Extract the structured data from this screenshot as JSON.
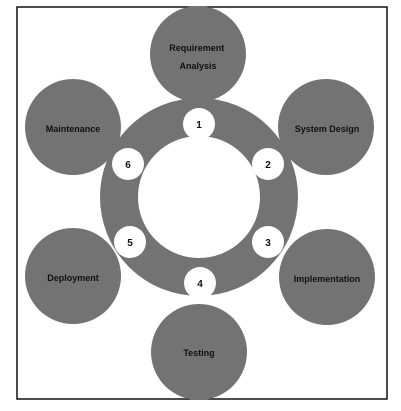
{
  "diagram": {
    "colors": {
      "background": "#ffffff",
      "border": "#111111",
      "ring": "#737373",
      "phase_circle": "#737373",
      "badge_fill": "#ffffff",
      "text": "#111111"
    },
    "phases": [
      {
        "number": "1",
        "label_lines": [
          "Requirement",
          "Analysis"
        ]
      },
      {
        "number": "2",
        "label_lines": [
          "System Design"
        ]
      },
      {
        "number": "3",
        "label_lines": [
          "Implementation"
        ]
      },
      {
        "number": "4",
        "label_lines": [
          "Testing"
        ]
      },
      {
        "number": "5",
        "label_lines": [
          "Deployment"
        ]
      },
      {
        "number": "6",
        "label_lines": [
          "Maintenance"
        ]
      }
    ]
  }
}
